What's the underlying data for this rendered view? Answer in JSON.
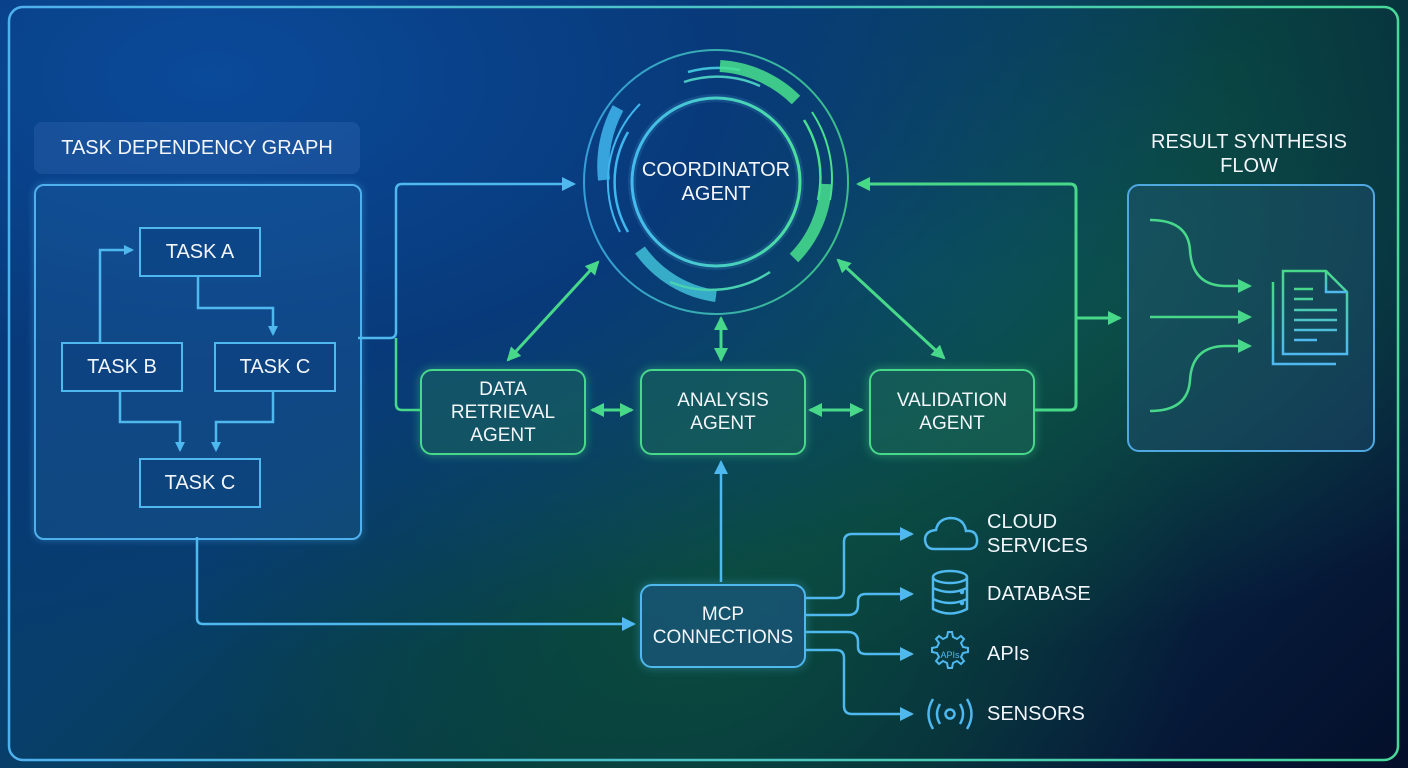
{
  "diagram": {
    "task_graph": {
      "title": "TASK DEPENDENCY GRAPH",
      "tasks": [
        {
          "id": "a",
          "label": "TASK A"
        },
        {
          "id": "b",
          "label": "TASK B"
        },
        {
          "id": "c1",
          "label": "TASK C"
        },
        {
          "id": "c2",
          "label": "TASK C"
        }
      ],
      "edges": [
        [
          "b",
          "a"
        ],
        [
          "a",
          "c1"
        ],
        [
          "b",
          "c2"
        ],
        [
          "c1",
          "c2"
        ]
      ]
    },
    "coordinator": {
      "line1": "COORDINATOR",
      "line2": "AGENT"
    },
    "agents": [
      {
        "id": "data-retrieval",
        "lines": [
          "DATA",
          "RETRIEVAL",
          "AGENT"
        ]
      },
      {
        "id": "analysis",
        "lines": [
          "ANALYSIS",
          "AGENT"
        ]
      },
      {
        "id": "validation",
        "lines": [
          "VALIDATION",
          "AGENT"
        ]
      }
    ],
    "mcp": {
      "line1": "MCP",
      "line2": "CONNECTIONS"
    },
    "resources": [
      {
        "icon": "cloud-icon",
        "lines": [
          "CLOUD",
          "SERVICES"
        ]
      },
      {
        "icon": "database-icon",
        "lines": [
          "DATABASE"
        ]
      },
      {
        "icon": "api-gear-icon",
        "lines": [
          "APIs"
        ],
        "icon_text": "APIs"
      },
      {
        "icon": "sensor-icon",
        "lines": [
          "SENSORS"
        ]
      }
    ],
    "result_synthesis": {
      "line1": "RESULT SYNTHESIS",
      "line2": "FLOW"
    },
    "colors": {
      "blue": "#4fb8ee",
      "green": "#48d88a",
      "text": "#f2f6fa"
    }
  }
}
